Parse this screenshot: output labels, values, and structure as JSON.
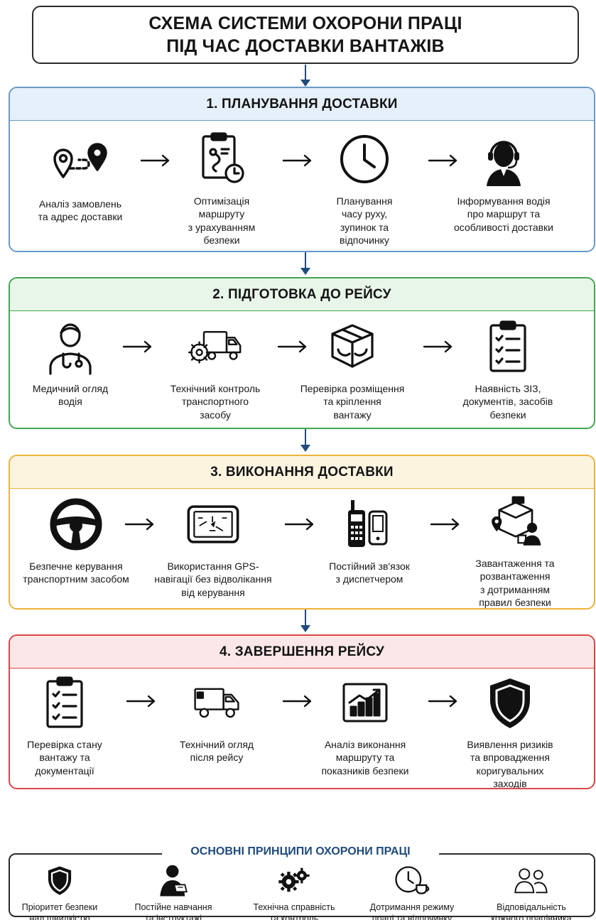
{
  "title": {
    "line1": "СХЕМА СИСТЕМИ ОХОРОНИ ПРАЦІ",
    "line2": "ПІД ЧАС ДОСТАВКИ ВАНТАЖІВ"
  },
  "stages": [
    {
      "title": "1. ПЛАНУВАННЯ ДОСТАВКИ",
      "color": "#6a9ac9",
      "header_bg": "#e6f0fa",
      "steps": [
        {
          "icon": "map-route-icon",
          "label": "Аналіз замовлень\nта адрес доставки"
        },
        {
          "icon": "clipboard-route-clock-icon",
          "label": "Оптимізація\nмаршруту\nз урахуванням\nбезпеки"
        },
        {
          "icon": "clock-icon",
          "label": "Планування\nчасу руху,\nзупинок та\nвідпочинку"
        },
        {
          "icon": "operator-headset-icon",
          "label": "Інформування водія\nпро маршрут та\nособливості доставки"
        }
      ]
    },
    {
      "title": "2. ПІДГОТОВКА ДО РЕЙСУ",
      "color": "#3fa84f",
      "header_bg": "#e8f5e9",
      "steps": [
        {
          "icon": "doctor-icon",
          "label": "Медичний огляд\nводія"
        },
        {
          "icon": "truck-gear-icon",
          "label": "Технічний контроль\nтранспортного\nзасобу"
        },
        {
          "icon": "package-icon",
          "label": "Перевірка розміщення\nта кріплення\nвантажу"
        },
        {
          "icon": "checklist-icon",
          "label": "Наявність ЗІЗ,\nдокументів, засобів\nбезпеки"
        }
      ]
    },
    {
      "title": "3. ВИКОНАННЯ ДОСТАВКИ",
      "color": "#eeb33a",
      "header_bg": "#fdf4e0",
      "steps": [
        {
          "icon": "steering-wheel-icon",
          "label": "Безпечне керування\nтранспортним засобом"
        },
        {
          "icon": "gps-navigator-icon",
          "label": "Використання GPS-\nнавігації без відволікання\nвід керування"
        },
        {
          "icon": "radio-phone-icon",
          "label": "Постійний зв'язок\nз диспетчером"
        },
        {
          "icon": "loading-worker-icon",
          "label": "Завантаження та\nрозвантаження\nз дотриманням\nправил безпеки"
        }
      ]
    },
    {
      "title": "4. ЗАВЕРШЕННЯ РЕЙСУ",
      "color": "#d9474a",
      "header_bg": "#fbe7e7",
      "steps": [
        {
          "icon": "clipboard-check-icon",
          "label": "Перевірка стану\nвантажу та\nдокументації"
        },
        {
          "icon": "truck-icon",
          "label": "Технічний огляд\nпісля рейсу"
        },
        {
          "icon": "growth-chart-icon",
          "label": "Аналіз виконання\nмаршруту та\nпоказників безпеки"
        },
        {
          "icon": "shield-icon",
          "label": "Виявлення ризиків\nта впровадження\nкоригувальних\nзаходів"
        }
      ]
    }
  ],
  "principles": {
    "title": "ОСНОВНІ ПРИНЦИПИ ОХОРОНИ ПРАЦІ",
    "accent": "#1f4b7c",
    "items": [
      {
        "icon": "shield-icon",
        "label": "Пріоритет безпеки\nнад швидкістю\nта економією"
      },
      {
        "icon": "learner-icon",
        "label": "Постійне навчання\nта інструктажі"
      },
      {
        "icon": "gears-icon",
        "label": "Технічна справність\nта контроль"
      },
      {
        "icon": "clock-cup-icon",
        "label": "Дотримання режиму\nпраці та відпочинку"
      },
      {
        "icon": "people-icon",
        "label": "Відповідальність\nкожного працівника"
      }
    ]
  }
}
